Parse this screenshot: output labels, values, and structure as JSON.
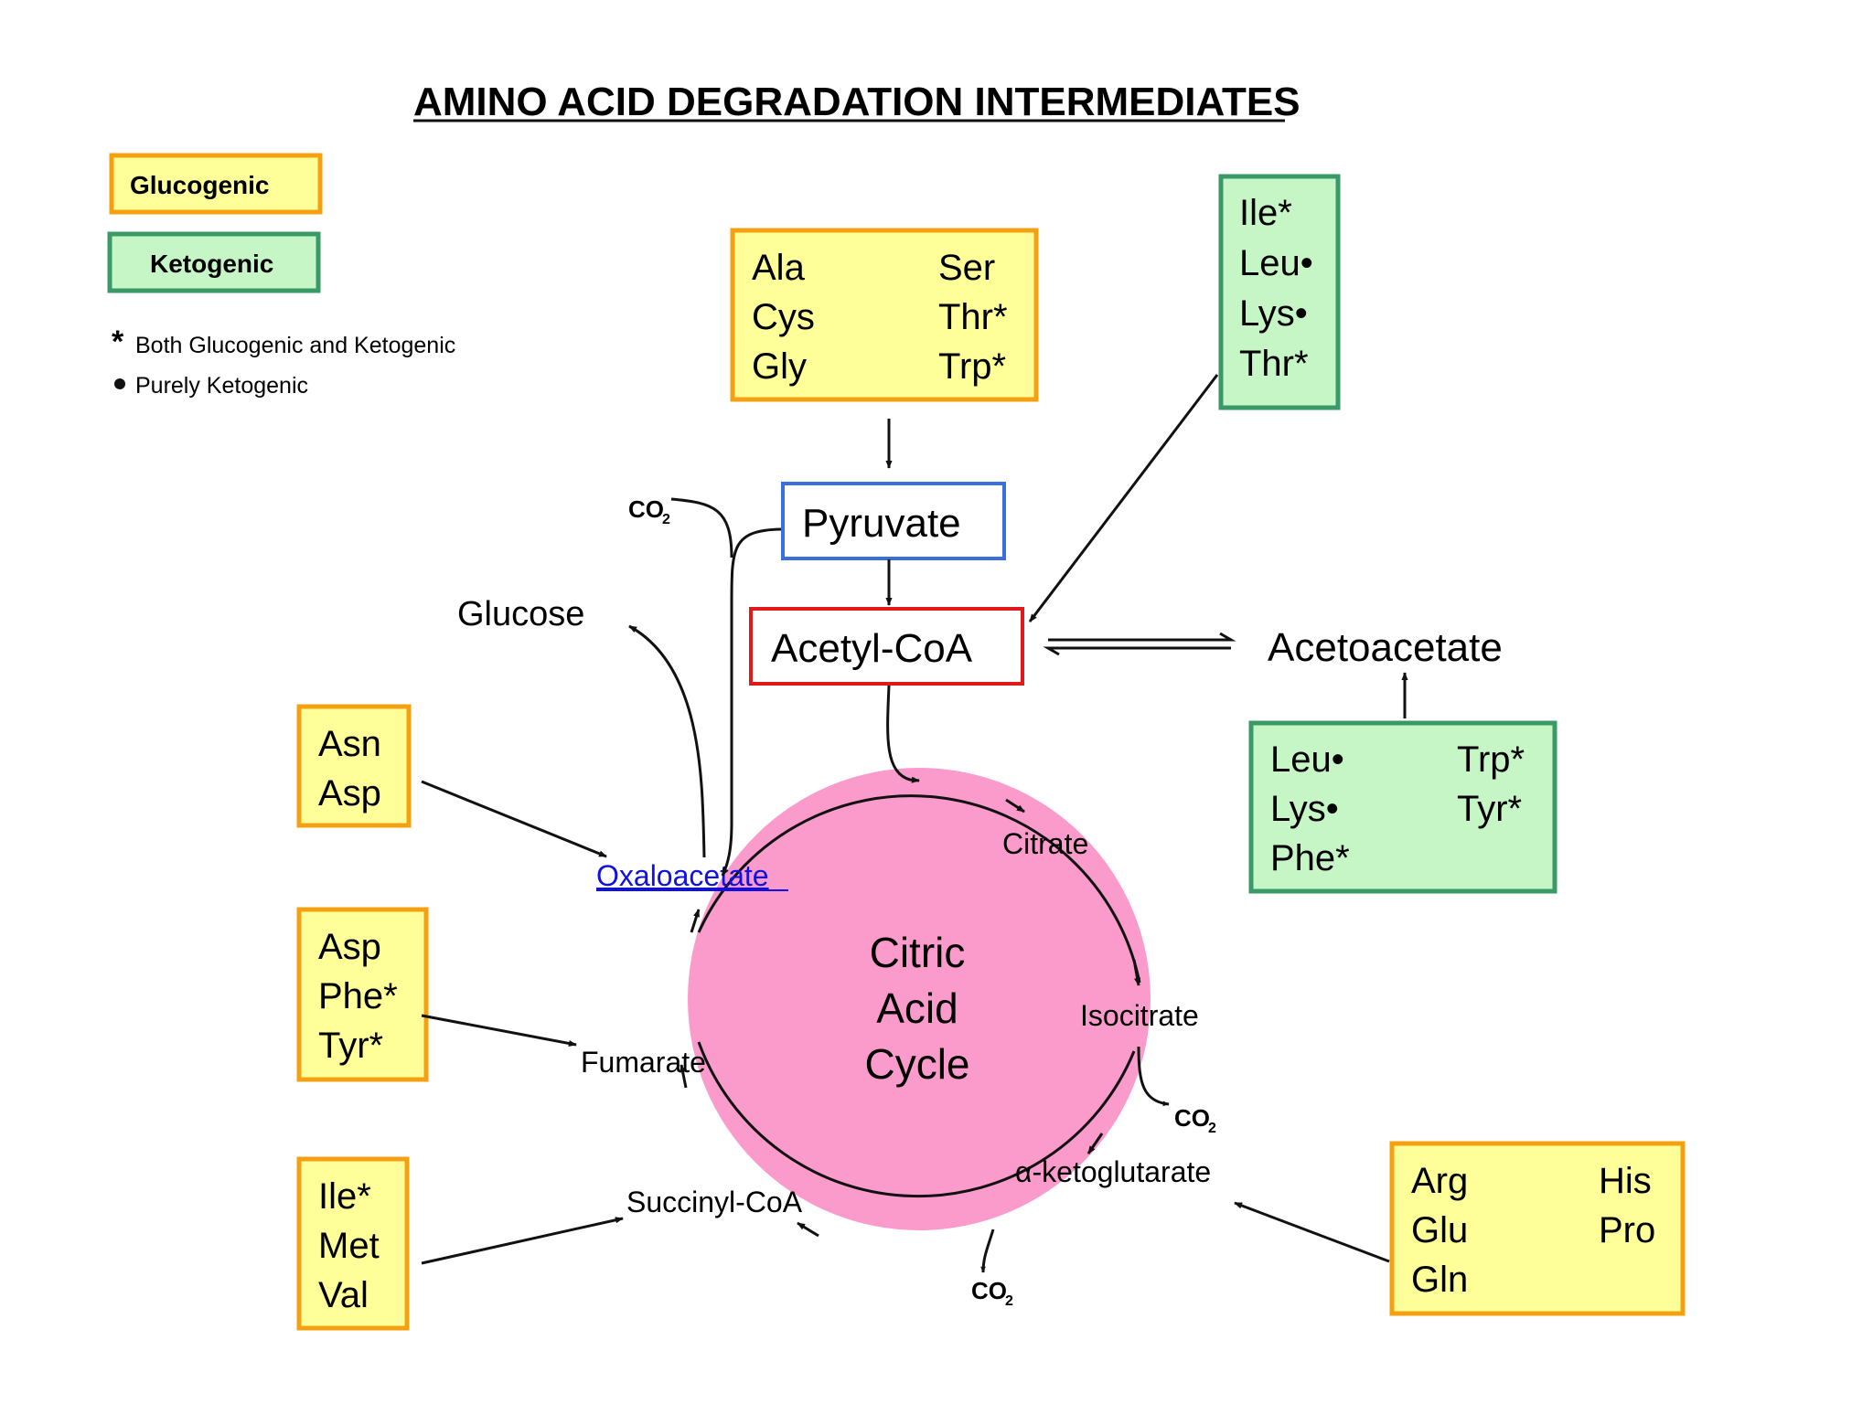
{
  "title": "AMINO ACID DEGRADATION INTERMEDIATES",
  "legend": {
    "glucogenic": "Glucogenic",
    "ketogenic": "Ketogenic",
    "note_star_symbol": "*",
    "note_star_text": "Both Glucogenic and Ketogenic",
    "note_dot_text": "Purely Ketogenic"
  },
  "colors": {
    "glucogenic_fill": "#ffff99",
    "glucogenic_border": "#f5a011",
    "ketogenic_fill": "#c6f5c6",
    "ketogenic_border": "#3a9a66",
    "pyruvate_border": "#3a6fe0",
    "acetylcoa_border": "#e01a1a",
    "cycle_fill": "#fb9bcc",
    "link": "#1010e0"
  },
  "boxes": {
    "pyruvate_precursors": {
      "col1": [
        "Ala",
        "Cys",
        "Gly"
      ],
      "col2": [
        "Ser",
        "Thr*",
        "Trp*"
      ]
    },
    "acetyl_precursors": [
      "Ile*",
      "Leu•",
      "Lys•",
      "Thr*"
    ],
    "acetoacetate_precursors": {
      "col1": [
        "Leu•",
        "Lys•",
        "Phe*"
      ],
      "col2": [
        "Trp*",
        "Tyr*"
      ]
    },
    "oxaloacetate_precursors": [
      "Asn",
      "Asp"
    ],
    "fumarate_precursors": [
      "Asp",
      "Phe*",
      "Tyr*"
    ],
    "succinyl_precursors": [
      "Ile*",
      "Met",
      "Val"
    ],
    "ketoglutarate_precursors": {
      "col1": [
        "Arg",
        "Glu",
        "Gln"
      ],
      "col2": [
        "His",
        "Pro"
      ]
    }
  },
  "intermediates": {
    "pyruvate": "Pyruvate",
    "acetyl_coa": "Acetyl-CoA",
    "acetoacetate": "Acetoacetate",
    "glucose": "Glucose",
    "oxaloacetate": "Oxaloacetate",
    "citrate": "Citrate",
    "isocitrate": "Isocitrate",
    "alpha_ketoglutarate": "α-ketoglutarate",
    "succinyl_coa": "Succinyl-CoA",
    "fumarate": "Fumarate",
    "co2": "CO",
    "co2_sub": "2"
  },
  "cycle_label": [
    "Citric",
    "Acid",
    "Cycle"
  ]
}
